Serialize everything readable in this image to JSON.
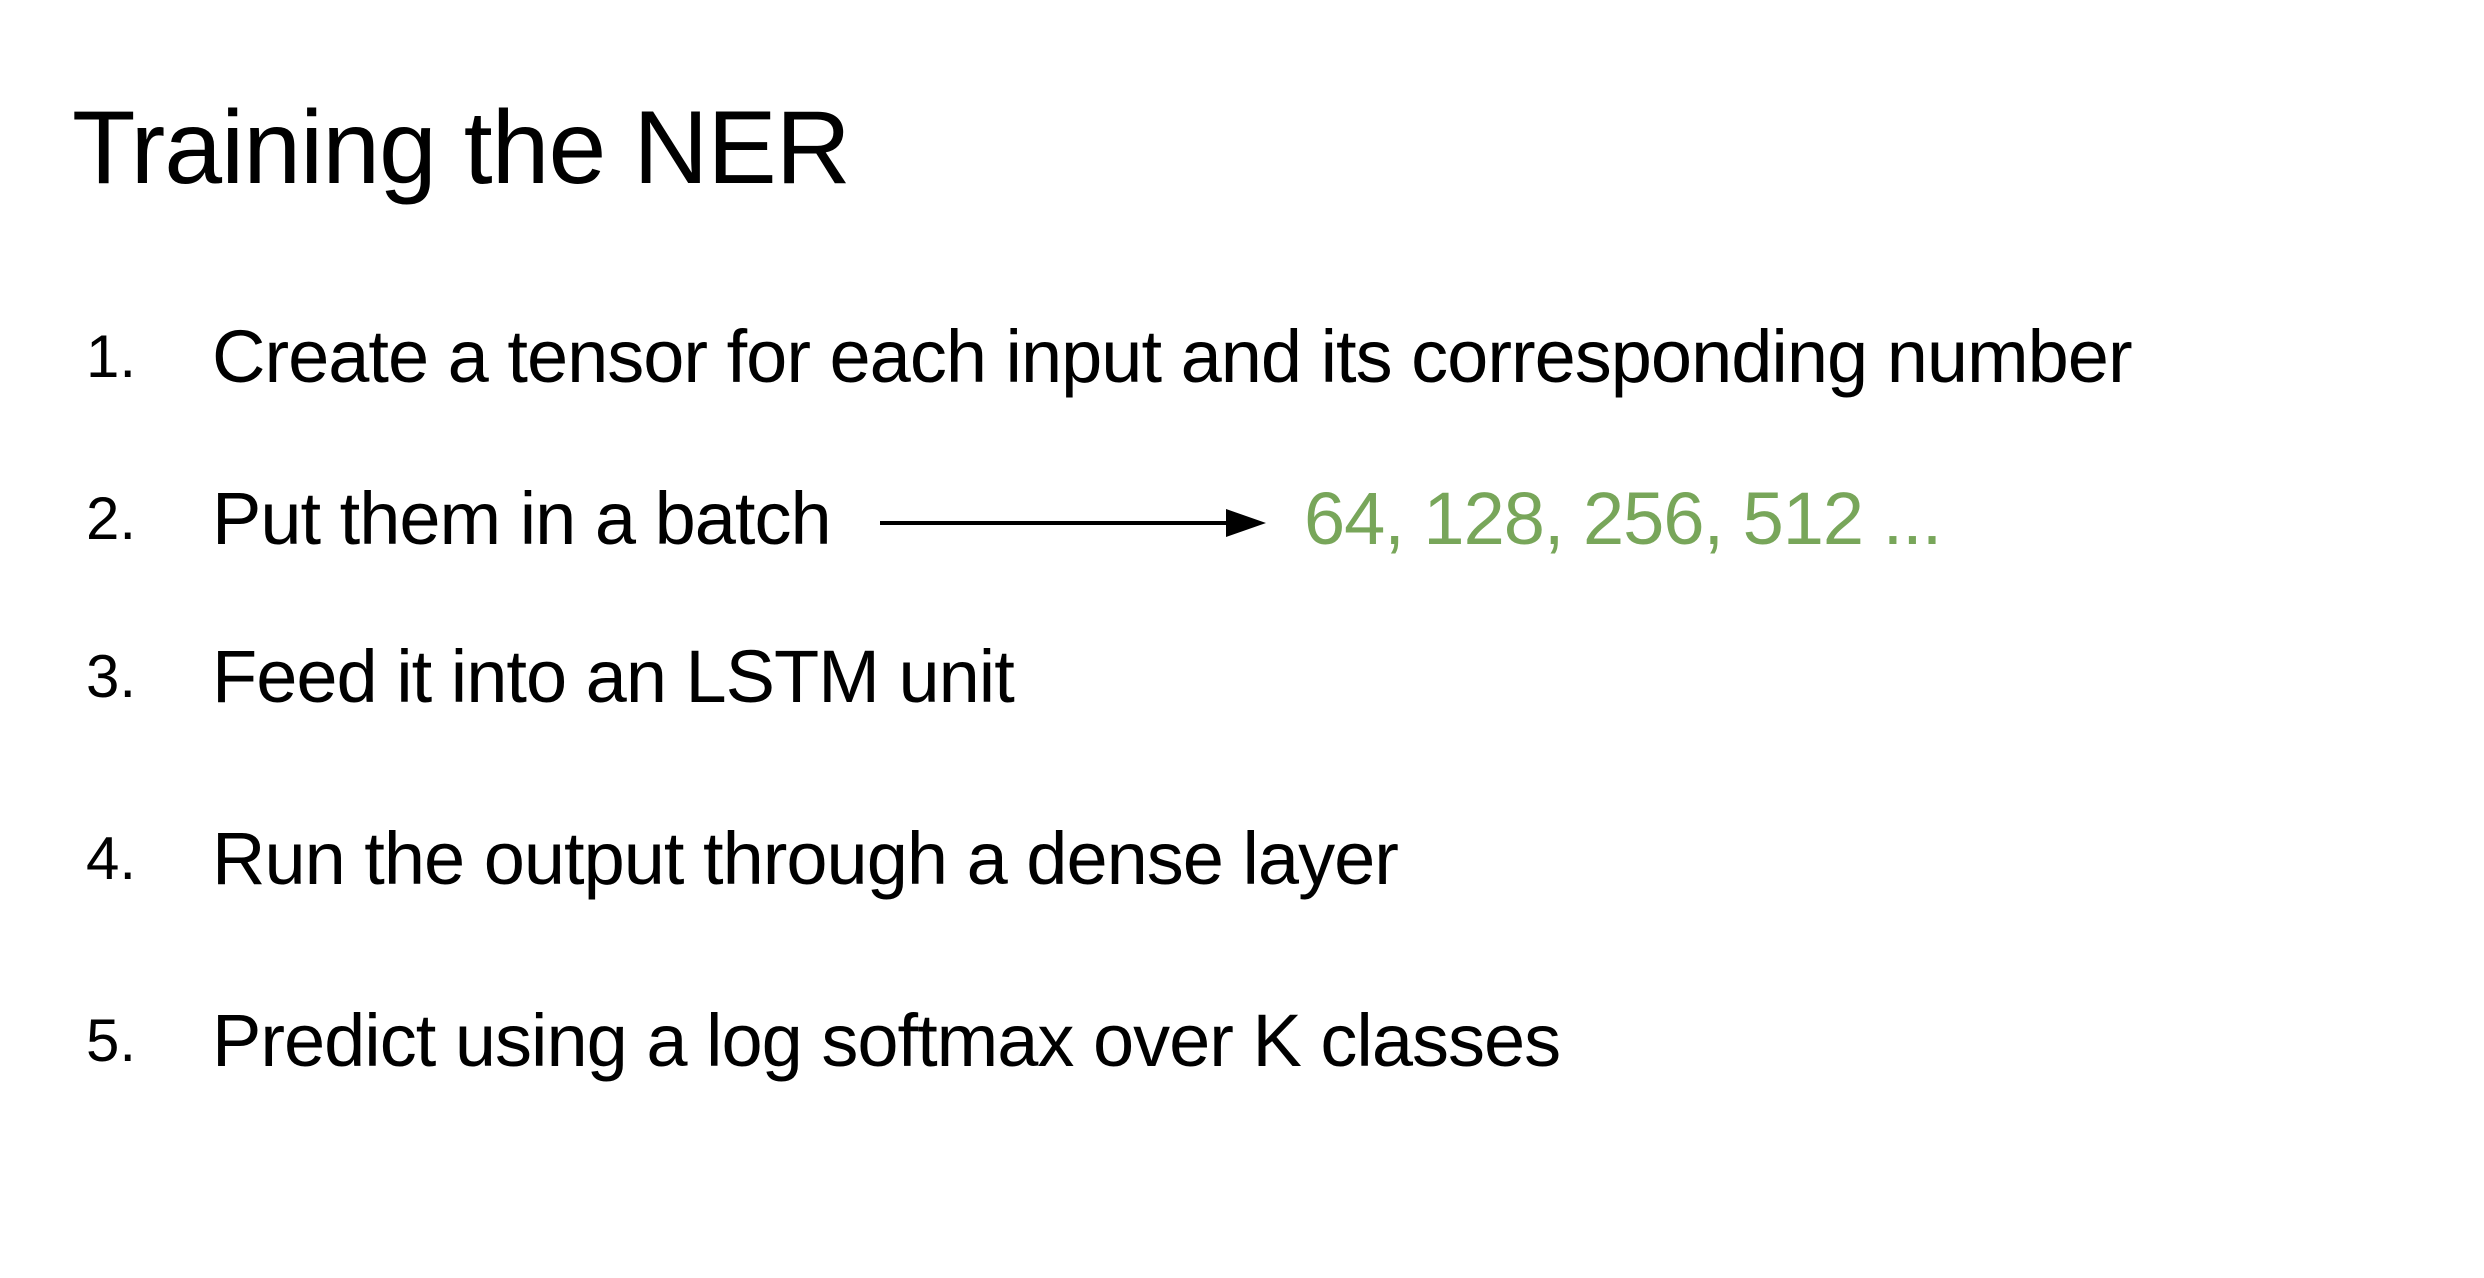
{
  "slide": {
    "title": "Training the NER"
  },
  "steps": [
    {
      "number": "1.",
      "text": "Create a tensor for each input and its corresponding number"
    },
    {
      "number": "2.",
      "text": "Put them in a batch"
    },
    {
      "number": "3.",
      "text": "Feed it into an LSTM unit"
    },
    {
      "number": "4.",
      "text": "Run the output through a dense layer"
    },
    {
      "number": "5.",
      "text": "Predict using a log softmax over K classes"
    }
  ],
  "batch_annotation": {
    "sizes": "64, 128, 256, 512 ...",
    "color": "#78a65a"
  },
  "colors": {
    "text": "#000000",
    "background": "#ffffff",
    "accent": "#78a65a"
  }
}
